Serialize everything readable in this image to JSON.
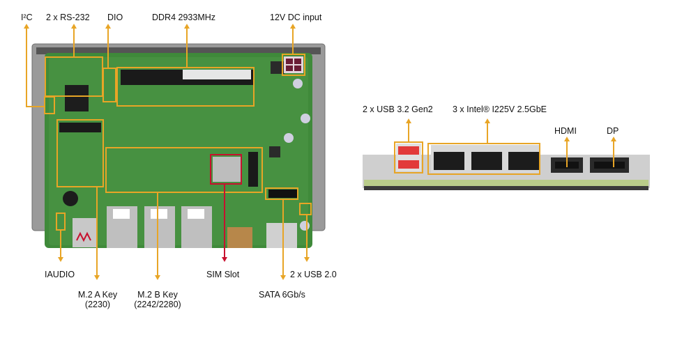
{
  "colors": {
    "callout": "#e8a526",
    "sim_callout": "#c8102e",
    "pcb": "#3f8a3a",
    "chassis": "#8e8e8e"
  },
  "top_view": {
    "labels": {
      "i2c": "I²C",
      "rs232": "2 x RS-232",
      "dio": "DIO",
      "ddr4": "DDR4 2933MHz",
      "dc_input": "12V DC input",
      "iaudio": "IAUDIO",
      "m2a_line1": "M.2 A Key",
      "m2a_line2": "(2230)",
      "m2b_line1": "M.2 B Key",
      "m2b_line2": "(2242/2280)",
      "sim": "SIM Slot",
      "usb20": "2 x USB 2.0",
      "sata": "SATA 6Gb/s"
    }
  },
  "io_view": {
    "labels": {
      "usb32": "2 x USB 3.2 Gen2",
      "lan": "3 x Intel® I225V 2.5GbE",
      "hdmi": "HDMI",
      "dp": "DP"
    }
  }
}
